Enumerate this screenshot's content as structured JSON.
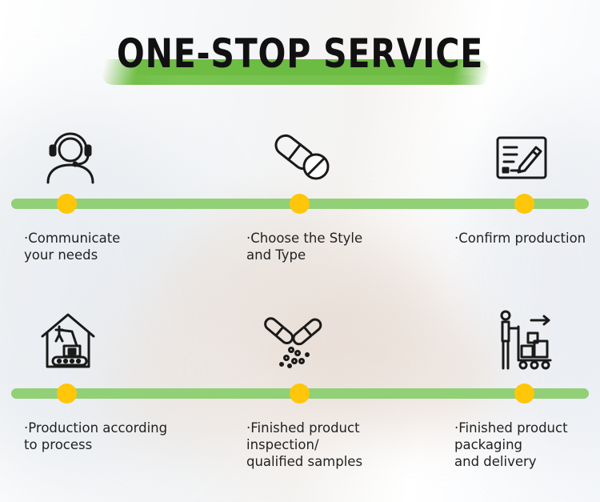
{
  "header": {
    "title": "ONE-STOP SERVICE"
  },
  "colors": {
    "accent_green": "#92d077",
    "brush_green": "#6fbd45",
    "dot_yellow": "#ffc60a",
    "text_dark": "#222222"
  },
  "steps_row1": [
    {
      "icon": "customer-service-headset-icon",
      "label": "·Communicate\nyour needs"
    },
    {
      "icon": "capsule-pill-icon",
      "label": "·Choose the Style\nand Type"
    },
    {
      "icon": "contract-sign-icon",
      "label": "·Confirm production"
    }
  ],
  "steps_row2": [
    {
      "icon": "factory-machine-icon",
      "label": "·Production according\nto process"
    },
    {
      "icon": "capsule-inspection-icon",
      "label": "·Finished product\ninspection/\nqualified samples"
    },
    {
      "icon": "delivery-trolley-icon",
      "label": "·Finished product\npackaging\nand delivery"
    }
  ]
}
